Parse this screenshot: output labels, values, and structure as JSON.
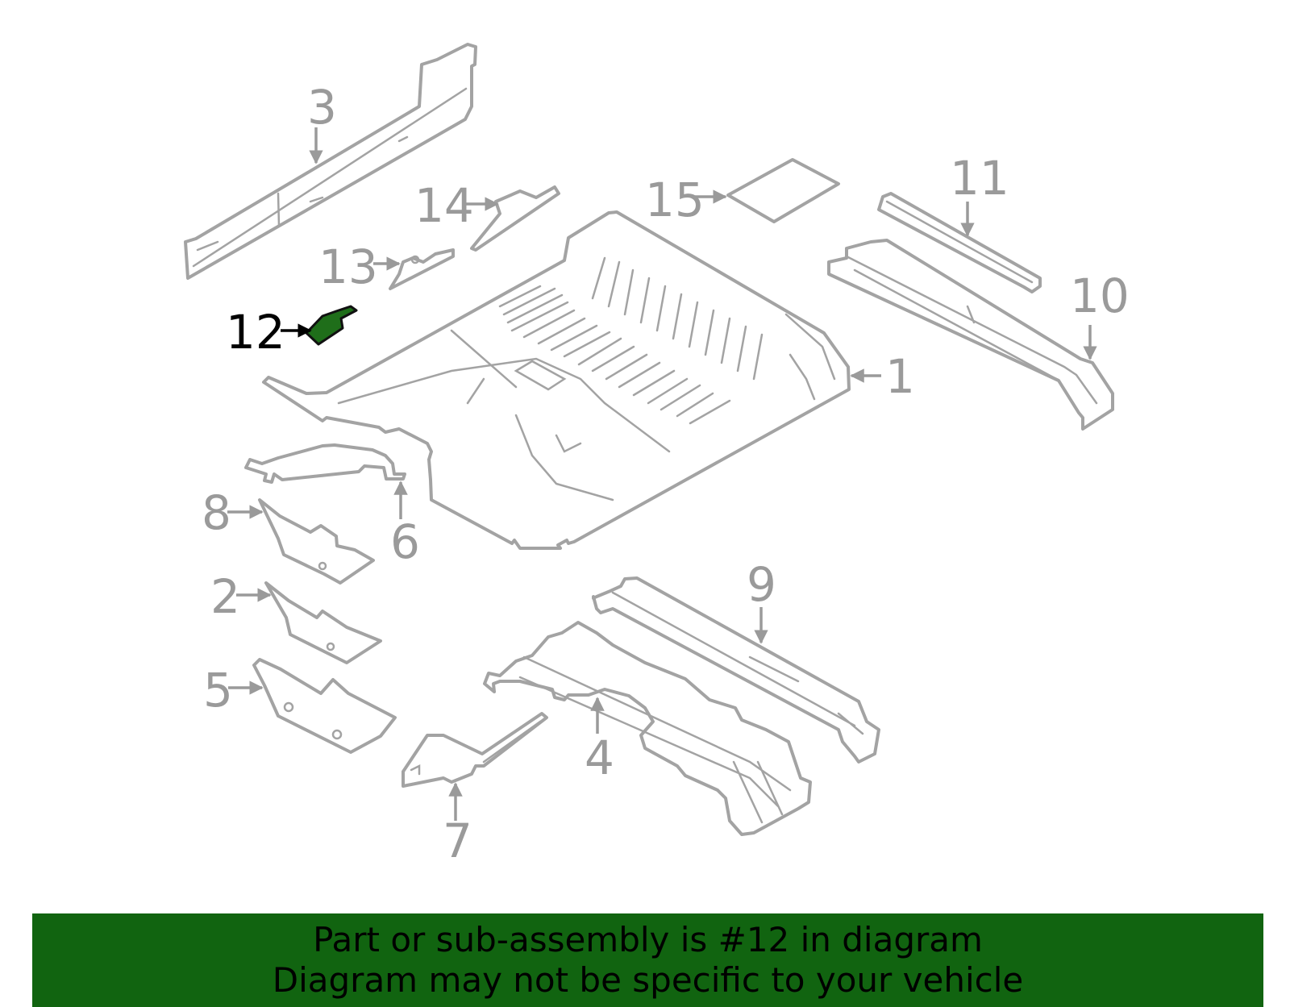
{
  "callouts": [
    {
      "number": "1",
      "highlight": false
    },
    {
      "number": "2",
      "highlight": false
    },
    {
      "number": "3",
      "highlight": false
    },
    {
      "number": "4",
      "highlight": false
    },
    {
      "number": "5",
      "highlight": false
    },
    {
      "number": "6",
      "highlight": false
    },
    {
      "number": "7",
      "highlight": false
    },
    {
      "number": "8",
      "highlight": false
    },
    {
      "number": "9",
      "highlight": false
    },
    {
      "number": "10",
      "highlight": false
    },
    {
      "number": "11",
      "highlight": false
    },
    {
      "number": "12",
      "highlight": true
    },
    {
      "number": "13",
      "highlight": false
    },
    {
      "number": "14",
      "highlight": false
    },
    {
      "number": "15",
      "highlight": false
    }
  ],
  "banner": {
    "line1": "Part or sub-assembly is #12 in diagram",
    "line2": "Diagram may not be specific to your vehicle"
  },
  "colors": {
    "part_outline": "#a3a3a3",
    "highlight_fill": "#1f6e1a",
    "banner_bg": "#116410",
    "label_text": "#9a9a9a",
    "highlight_label": "#000000"
  }
}
